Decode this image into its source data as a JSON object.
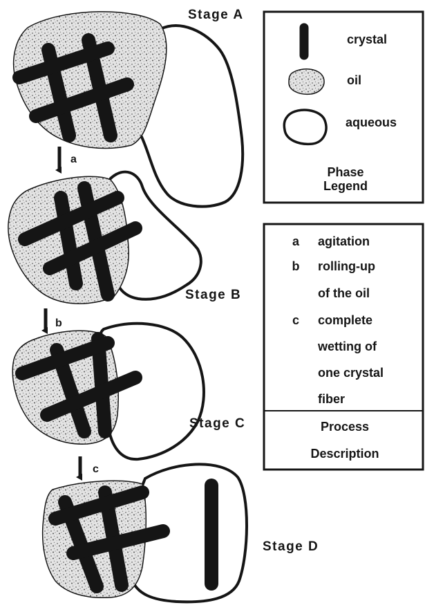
{
  "stages": [
    {
      "id": "A",
      "label": "Stage A"
    },
    {
      "id": "B",
      "label": "Stage B"
    },
    {
      "id": "C",
      "label": "Stage C"
    },
    {
      "id": "D",
      "label": "Stage D"
    }
  ],
  "steps": [
    {
      "letter": "a"
    },
    {
      "letter": "b"
    },
    {
      "letter": "c"
    }
  ],
  "phase_legend": {
    "items": [
      {
        "symbol": "crystal-bar",
        "label": "crystal"
      },
      {
        "symbol": "oil-blob",
        "label": "oil"
      },
      {
        "symbol": "aqueous-outline",
        "label": "aqueous"
      }
    ],
    "title_line1": "Phase",
    "title_line2": "Legend"
  },
  "process_description": {
    "entries": [
      {
        "letter": "a",
        "lines": [
          "agitation"
        ]
      },
      {
        "letter": "b",
        "lines": [
          "rolling-up",
          "of the oil"
        ]
      },
      {
        "letter": "c",
        "lines": [
          "complete",
          "wetting of",
          "one crystal",
          "fiber"
        ]
      }
    ],
    "title_line1": "Process",
    "title_line2": "Description"
  },
  "colors": {
    "ink": "#151515",
    "background": "#ffffff"
  }
}
